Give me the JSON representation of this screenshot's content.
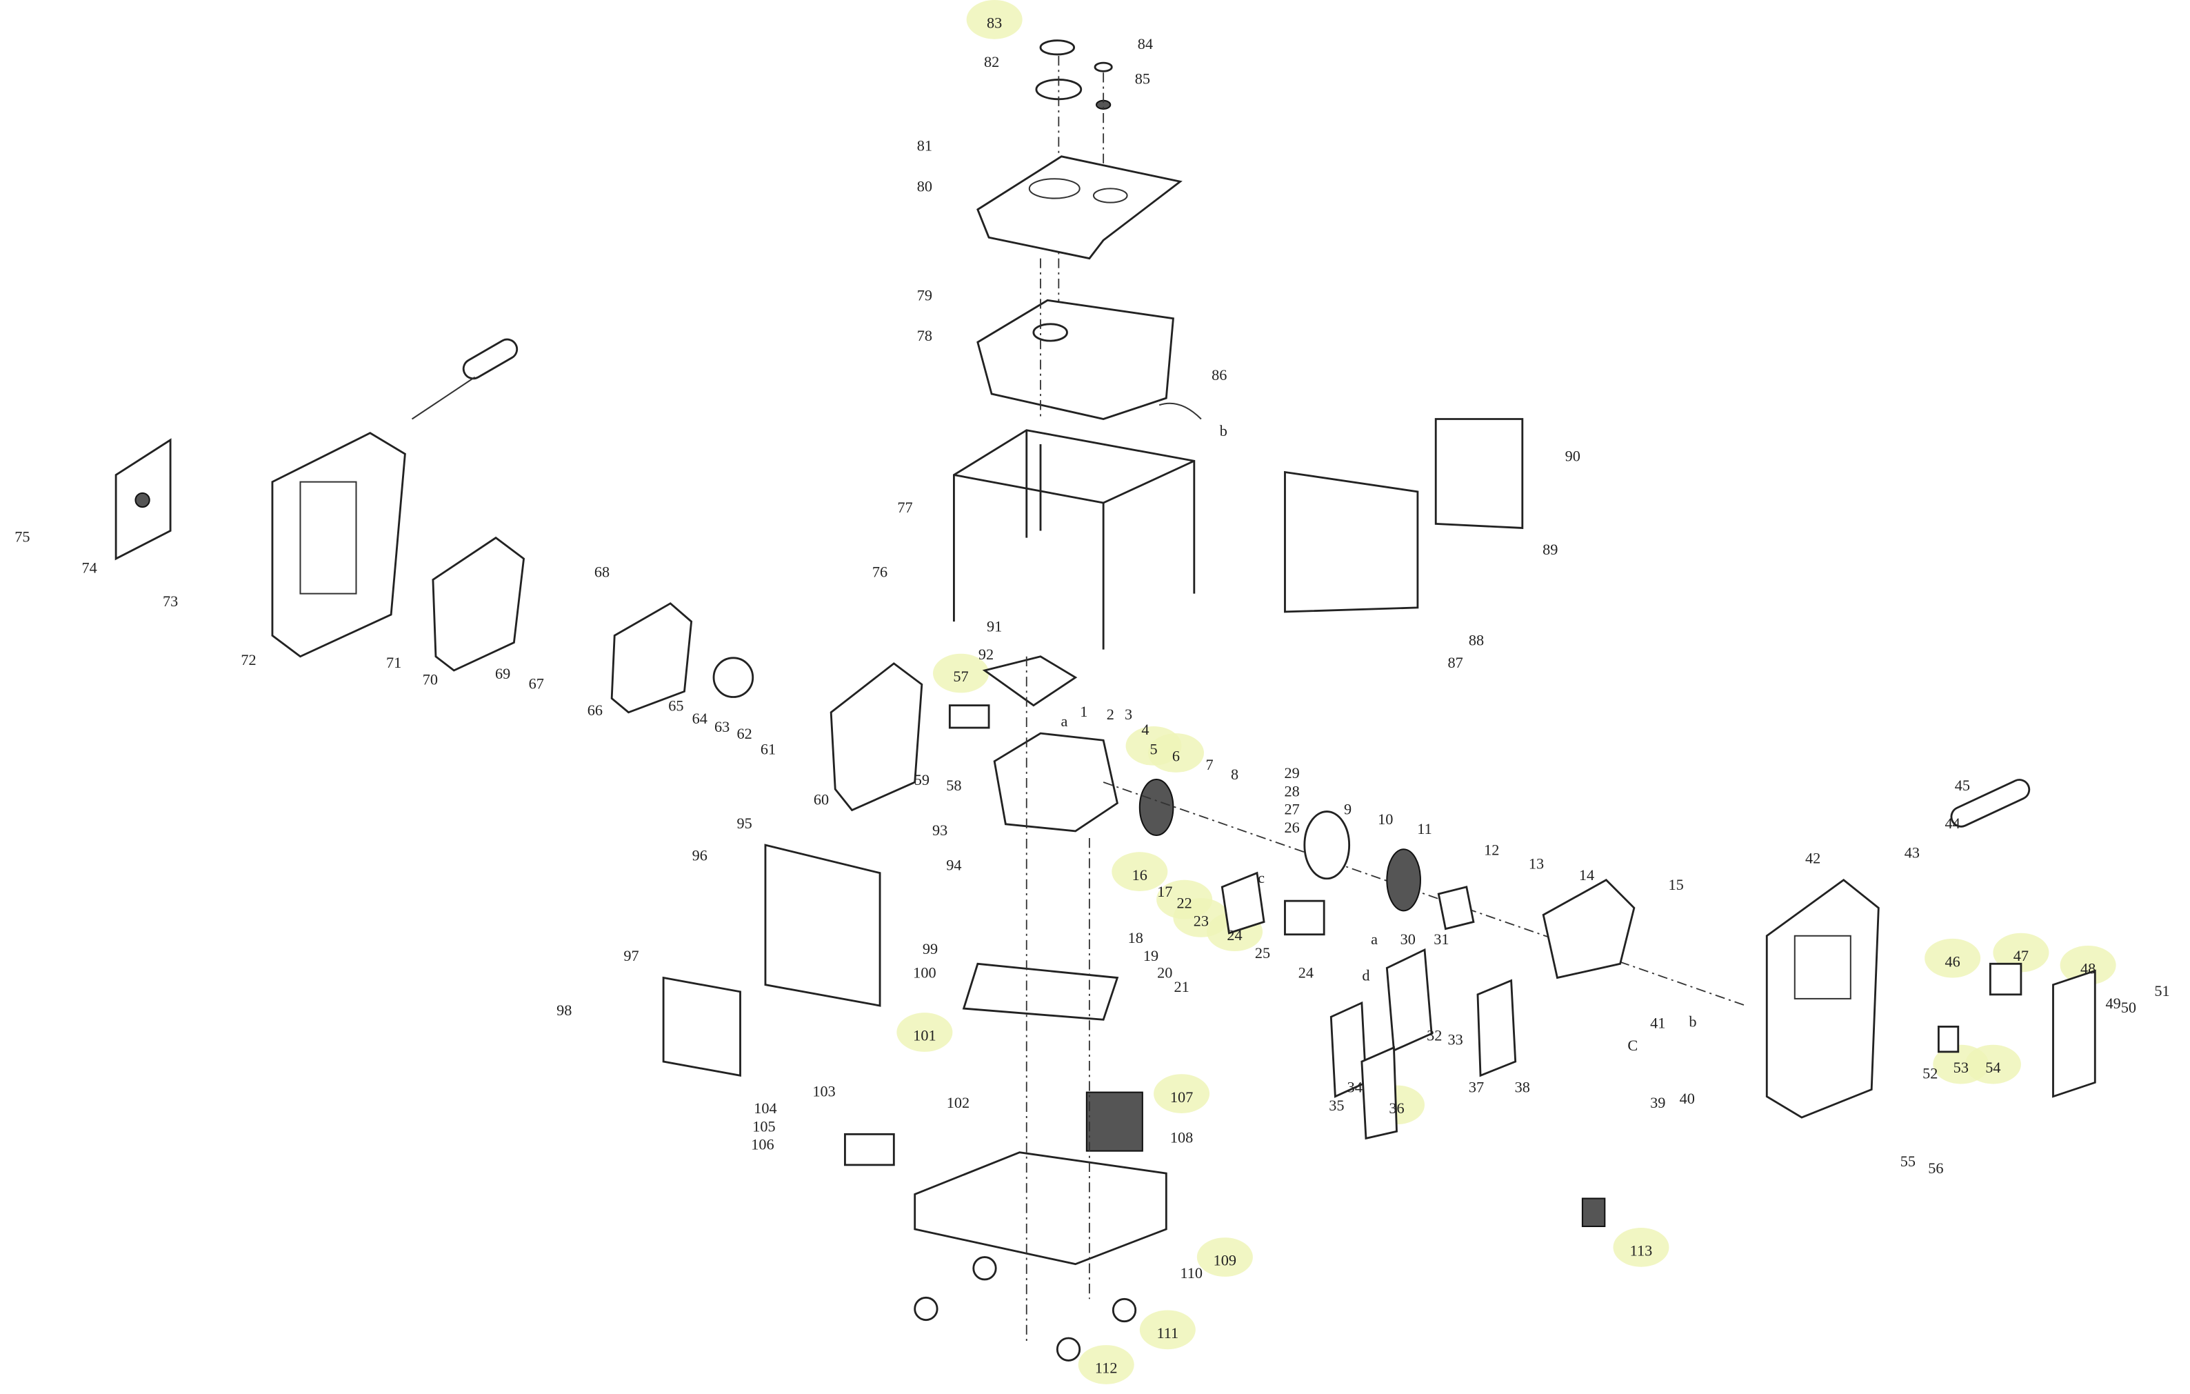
{
  "diagram": {
    "title": "Generator exploded parts diagram",
    "highlight_color": "#eef5b8",
    "labels": [
      {
        "text": "83",
        "hl": true
      },
      {
        "text": "82"
      },
      {
        "text": "84"
      },
      {
        "text": "85"
      },
      {
        "text": "81"
      },
      {
        "text": "80"
      },
      {
        "text": "79"
      },
      {
        "text": "78"
      },
      {
        "text": "86"
      },
      {
        "text": "b"
      },
      {
        "text": "77"
      },
      {
        "text": "76"
      },
      {
        "text": "91"
      },
      {
        "text": "92"
      },
      {
        "text": "57",
        "hl": true
      },
      {
        "text": "1"
      },
      {
        "text": "a"
      },
      {
        "text": "2"
      },
      {
        "text": "3"
      },
      {
        "text": "4"
      },
      {
        "text": "5",
        "hl": true
      },
      {
        "text": "6",
        "hl": true
      },
      {
        "text": "7"
      },
      {
        "text": "8"
      },
      {
        "text": "29"
      },
      {
        "text": "28"
      },
      {
        "text": "27"
      },
      {
        "text": "26"
      },
      {
        "text": "9"
      },
      {
        "text": "10"
      },
      {
        "text": "11"
      },
      {
        "text": "12"
      },
      {
        "text": "13"
      },
      {
        "text": "14"
      },
      {
        "text": "15"
      },
      {
        "text": "16",
        "hl": true
      },
      {
        "text": "17"
      },
      {
        "text": "22",
        "hl": true
      },
      {
        "text": "23",
        "hl": true
      },
      {
        "text": "24",
        "hl": true
      },
      {
        "text": "c"
      },
      {
        "text": "25"
      },
      {
        "text": "18"
      },
      {
        "text": "19"
      },
      {
        "text": "20"
      },
      {
        "text": "21"
      },
      {
        "text": "24"
      },
      {
        "text": "a"
      },
      {
        "text": "30"
      },
      {
        "text": "31"
      },
      {
        "text": "d"
      },
      {
        "text": "32"
      },
      {
        "text": "33"
      },
      {
        "text": "34"
      },
      {
        "text": "35"
      },
      {
        "text": "36",
        "hl": true
      },
      {
        "text": "37"
      },
      {
        "text": "38"
      },
      {
        "text": "93"
      },
      {
        "text": "94"
      },
      {
        "text": "95"
      },
      {
        "text": "96"
      },
      {
        "text": "97"
      },
      {
        "text": "98"
      },
      {
        "text": "99"
      },
      {
        "text": "100"
      },
      {
        "text": "101",
        "hl": true
      },
      {
        "text": "102"
      },
      {
        "text": "103"
      },
      {
        "text": "104"
      },
      {
        "text": "105"
      },
      {
        "text": "106"
      },
      {
        "text": "107",
        "hl": true
      },
      {
        "text": "108"
      },
      {
        "text": "109",
        "hl": true
      },
      {
        "text": "110"
      },
      {
        "text": "111",
        "hl": true
      },
      {
        "text": "112",
        "hl": true
      },
      {
        "text": "113",
        "hl": true
      },
      {
        "text": "75"
      },
      {
        "text": "74"
      },
      {
        "text": "73"
      },
      {
        "text": "72"
      },
      {
        "text": "71"
      },
      {
        "text": "70"
      },
      {
        "text": "69"
      },
      {
        "text": "68"
      },
      {
        "text": "67"
      },
      {
        "text": "66"
      },
      {
        "text": "65"
      },
      {
        "text": "64"
      },
      {
        "text": "63"
      },
      {
        "text": "62"
      },
      {
        "text": "61"
      },
      {
        "text": "60"
      },
      {
        "text": "59"
      },
      {
        "text": "58"
      },
      {
        "text": "90"
      },
      {
        "text": "89"
      },
      {
        "text": "88"
      },
      {
        "text": "87"
      },
      {
        "text": "45"
      },
      {
        "text": "44"
      },
      {
        "text": "43"
      },
      {
        "text": "42"
      },
      {
        "text": "41"
      },
      {
        "text": "b"
      },
      {
        "text": "C"
      },
      {
        "text": "39"
      },
      {
        "text": "40"
      },
      {
        "text": "46",
        "hl": true
      },
      {
        "text": "47",
        "hl": true
      },
      {
        "text": "48",
        "hl": true
      },
      {
        "text": "49"
      },
      {
        "text": "50"
      },
      {
        "text": "51"
      },
      {
        "text": "52"
      },
      {
        "text": "53",
        "hl": true
      },
      {
        "text": "54",
        "hl": true
      },
      {
        "text": "55"
      },
      {
        "text": "56"
      }
    ]
  }
}
